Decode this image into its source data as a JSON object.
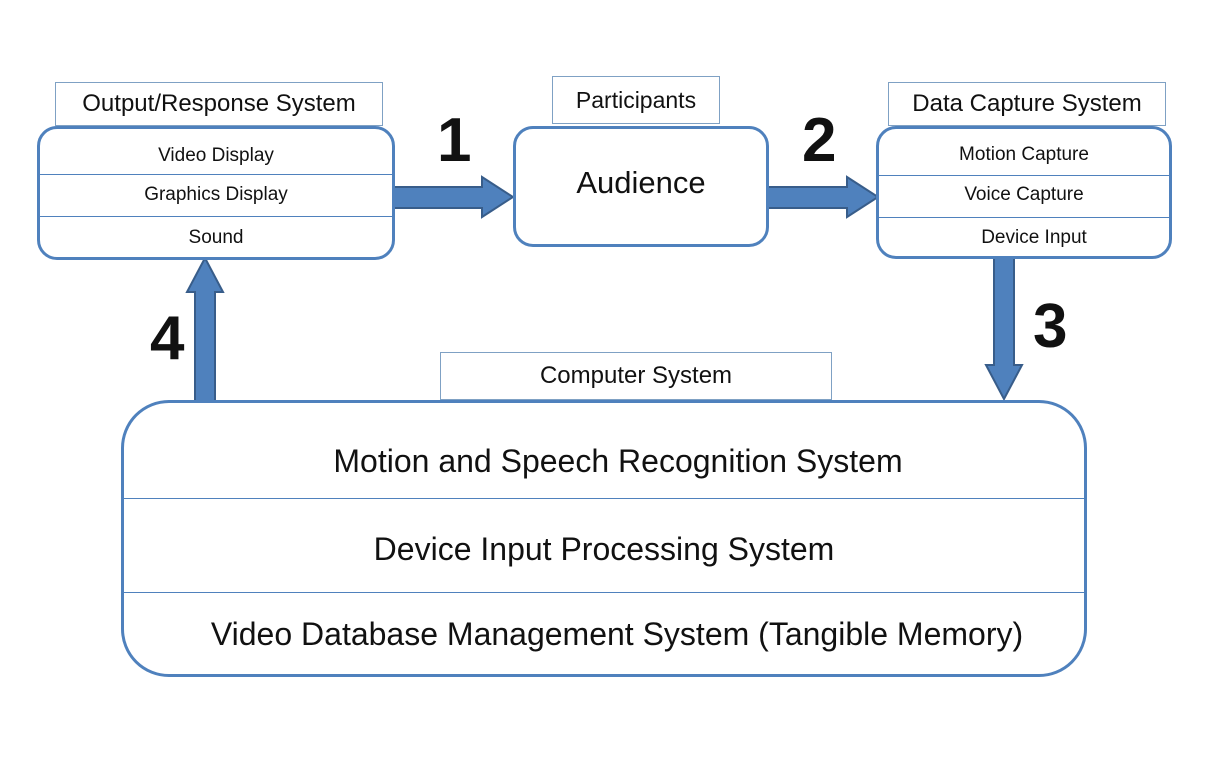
{
  "output_system": {
    "title": "Output/Response System",
    "items": [
      "Video Display",
      "Graphics Display",
      "Sound"
    ]
  },
  "participants": {
    "title": "Participants",
    "main": "Audience"
  },
  "data_capture_system": {
    "title": "Data Capture System",
    "items": [
      "Motion Capture",
      "Voice Capture",
      "Device Input"
    ]
  },
  "computer_system": {
    "title": "Computer System",
    "items": [
      "Motion and Speech Recognition System",
      "Device Input Processing System",
      "Video Database Management System (Tangible Memory)"
    ]
  },
  "flow_numbers": [
    "1",
    "2",
    "3",
    "4"
  ],
  "colors": {
    "stroke": "#4f81bd",
    "arrow_fill": "#4f81bd",
    "arrow_stroke": "#385d8a"
  }
}
